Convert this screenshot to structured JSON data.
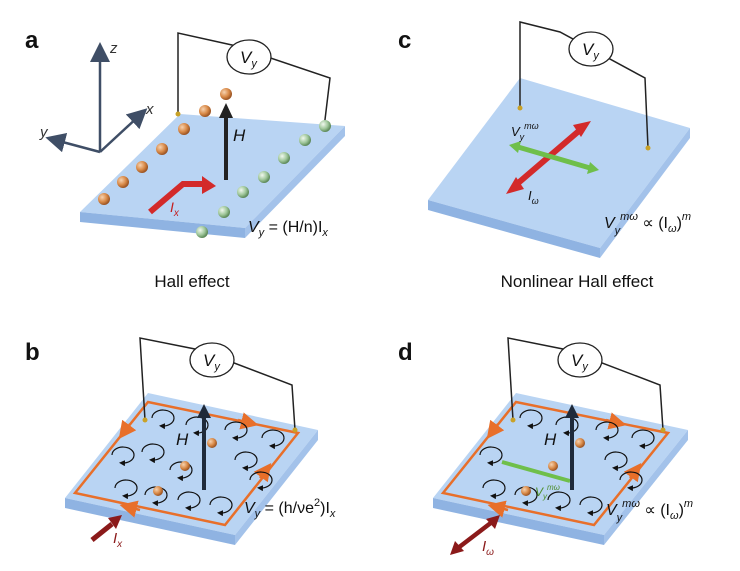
{
  "panels": {
    "a": {
      "label": "a",
      "caption": "Hall effect",
      "voltmeter": "Vy",
      "field_label": "H",
      "current_label": "I",
      "current_sub": "x",
      "equation": {
        "lhs": "V",
        "lhs_sub": "y",
        "rhs": " = (H/n)I",
        "rhs_sub": "x"
      },
      "axes": {
        "x": "x",
        "y": "y",
        "z": "z"
      }
    },
    "b": {
      "label": "b",
      "voltmeter": "Vy",
      "field_label": "H",
      "current_label": "I",
      "current_sub": "x",
      "equation": {
        "lhs": "V",
        "lhs_sub": "y",
        "rhs": " = (h/νe",
        "rhs_sup": "2",
        "rhs_end": ")I",
        "rhs_sub": "x"
      }
    },
    "c": {
      "label": "c",
      "caption": "Nonlinear Hall effect",
      "voltmeter": "Vy",
      "hall_voltage_label": "V",
      "hall_voltage_sub": "y",
      "hall_voltage_sup": "mω",
      "current_label": "I",
      "current_sub": "ω",
      "equation": {
        "lhs": "V",
        "lhs_sub": "y",
        "lhs_sup": "mω",
        "rhs": " ∝ (I",
        "rhs_sub": "ω",
        "rhs_end": ")",
        "rhs_sup": "m"
      }
    },
    "d": {
      "label": "d",
      "voltmeter": "Vy",
      "field_label": "H",
      "hall_voltage_label": "V",
      "hall_voltage_sub": "y",
      "hall_voltage_sup": "mω",
      "current_label": "I",
      "current_sub": "ω",
      "equation": {
        "lhs": "V",
        "lhs_sub": "y",
        "lhs_sup": "mω",
        "rhs": " ∝ (I",
        "rhs_sub": "ω",
        "rhs_end": ")",
        "rhs_sup": "m"
      }
    }
  },
  "colors": {
    "slab_top": "#b9d4f3",
    "slab_side": "#8fb3e2",
    "electron_orange": "#d98a48",
    "hole_green": "#9fc79a",
    "current_red": "#d32a2a",
    "green_arrow": "#6fbf4a",
    "edge_orange": "#e86f2a",
    "dark_red": "#8b1a1a"
  }
}
